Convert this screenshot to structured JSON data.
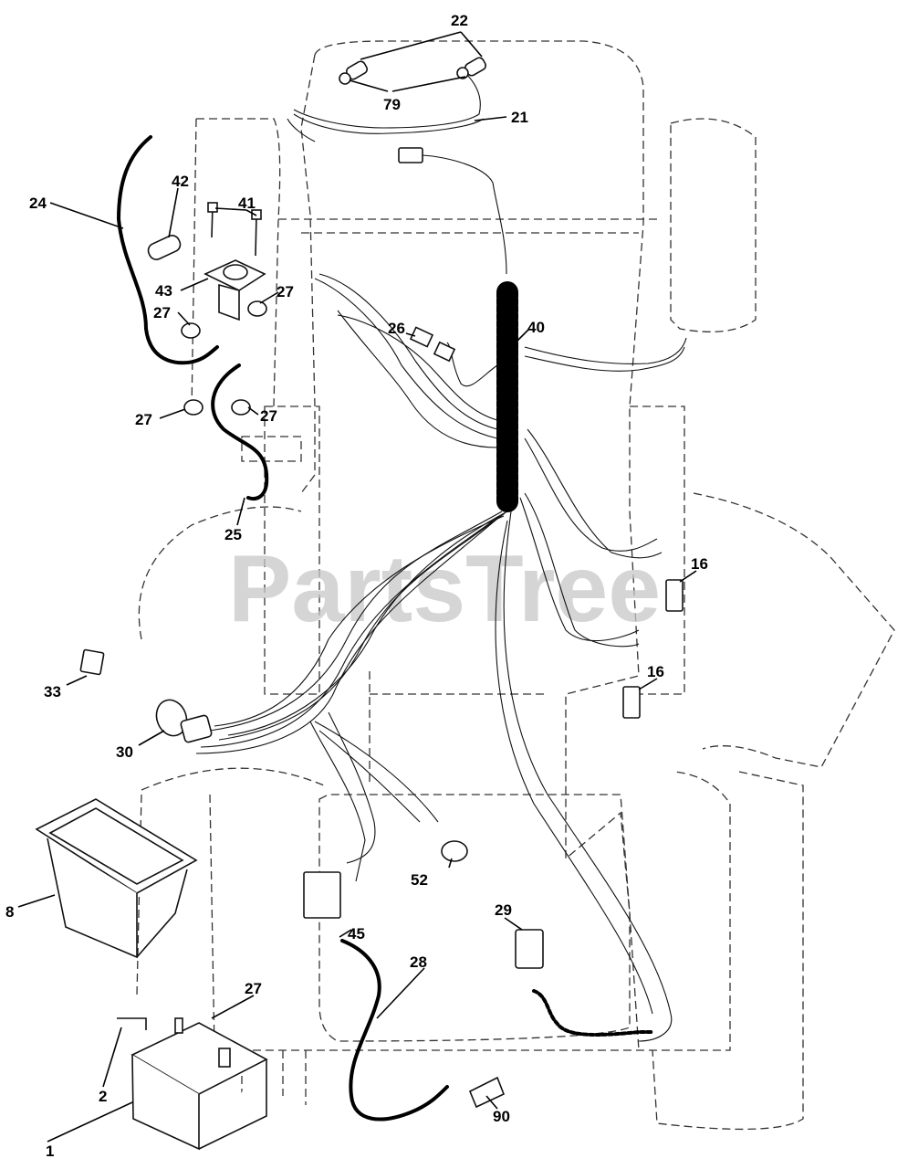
{
  "watermark": "PartsTree",
  "callouts": {
    "c1": "1",
    "c2": "2",
    "c8": "8",
    "c16a": "16",
    "c16b": "16",
    "c21": "21",
    "c22": "22",
    "c24": "24",
    "c25": "25",
    "c26": "26",
    "c27a": "27",
    "c27b": "27",
    "c27c": "27",
    "c27d": "27",
    "c27e": "27",
    "c28": "28",
    "c29": "29",
    "c30": "30",
    "c33": "33",
    "c40": "40",
    "c41": "41",
    "c42": "42",
    "c43": "43",
    "c45": "45",
    "c52": "52",
    "c79": "79",
    "c90": "90"
  }
}
